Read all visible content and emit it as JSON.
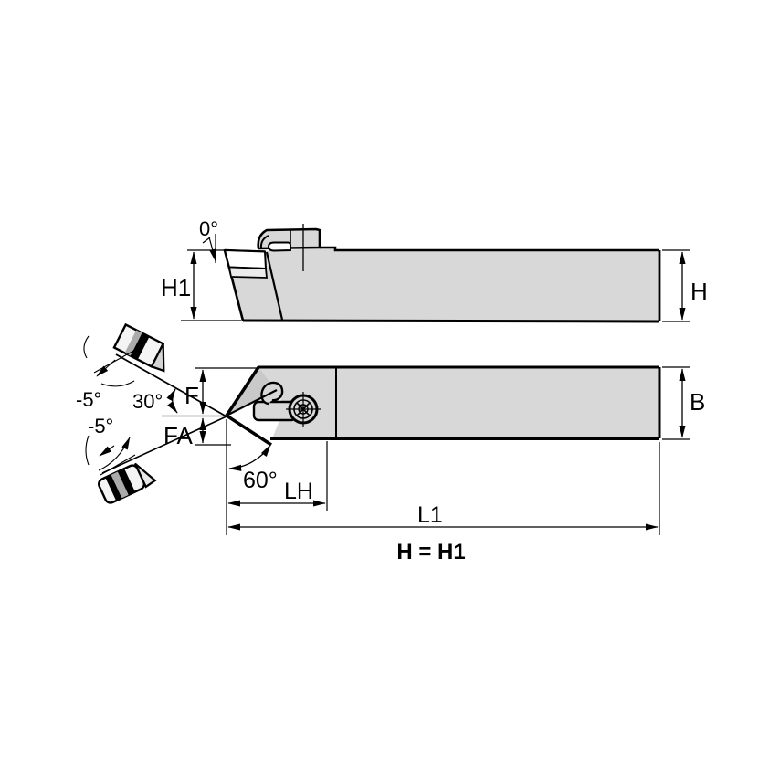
{
  "diagram": {
    "kind": "tool-holder-engineering-drawing",
    "colors": {
      "background": "#ffffff",
      "body_fill": "#d8d8d8",
      "insert_wedge_fill": "#c9c9c9",
      "pocket_fill": "#ffffff",
      "shim_fill": "#ececec",
      "line": "#000000"
    },
    "labels": {
      "side_view": {
        "rake_angle": "0°",
        "head_height": "H1",
        "shank_height": "H"
      },
      "front_view": {
        "insert_tilt_top": "-5°",
        "lead_angle": "30°",
        "nose_offset_f": "F",
        "insert_tilt_bottom": "-5°",
        "nose_offset_fa": "FA",
        "shank_width": "B",
        "point_angle": "60°",
        "head_length": "LH",
        "overall_length": "L1"
      },
      "note": {
        "equation": "H = H1"
      }
    }
  }
}
